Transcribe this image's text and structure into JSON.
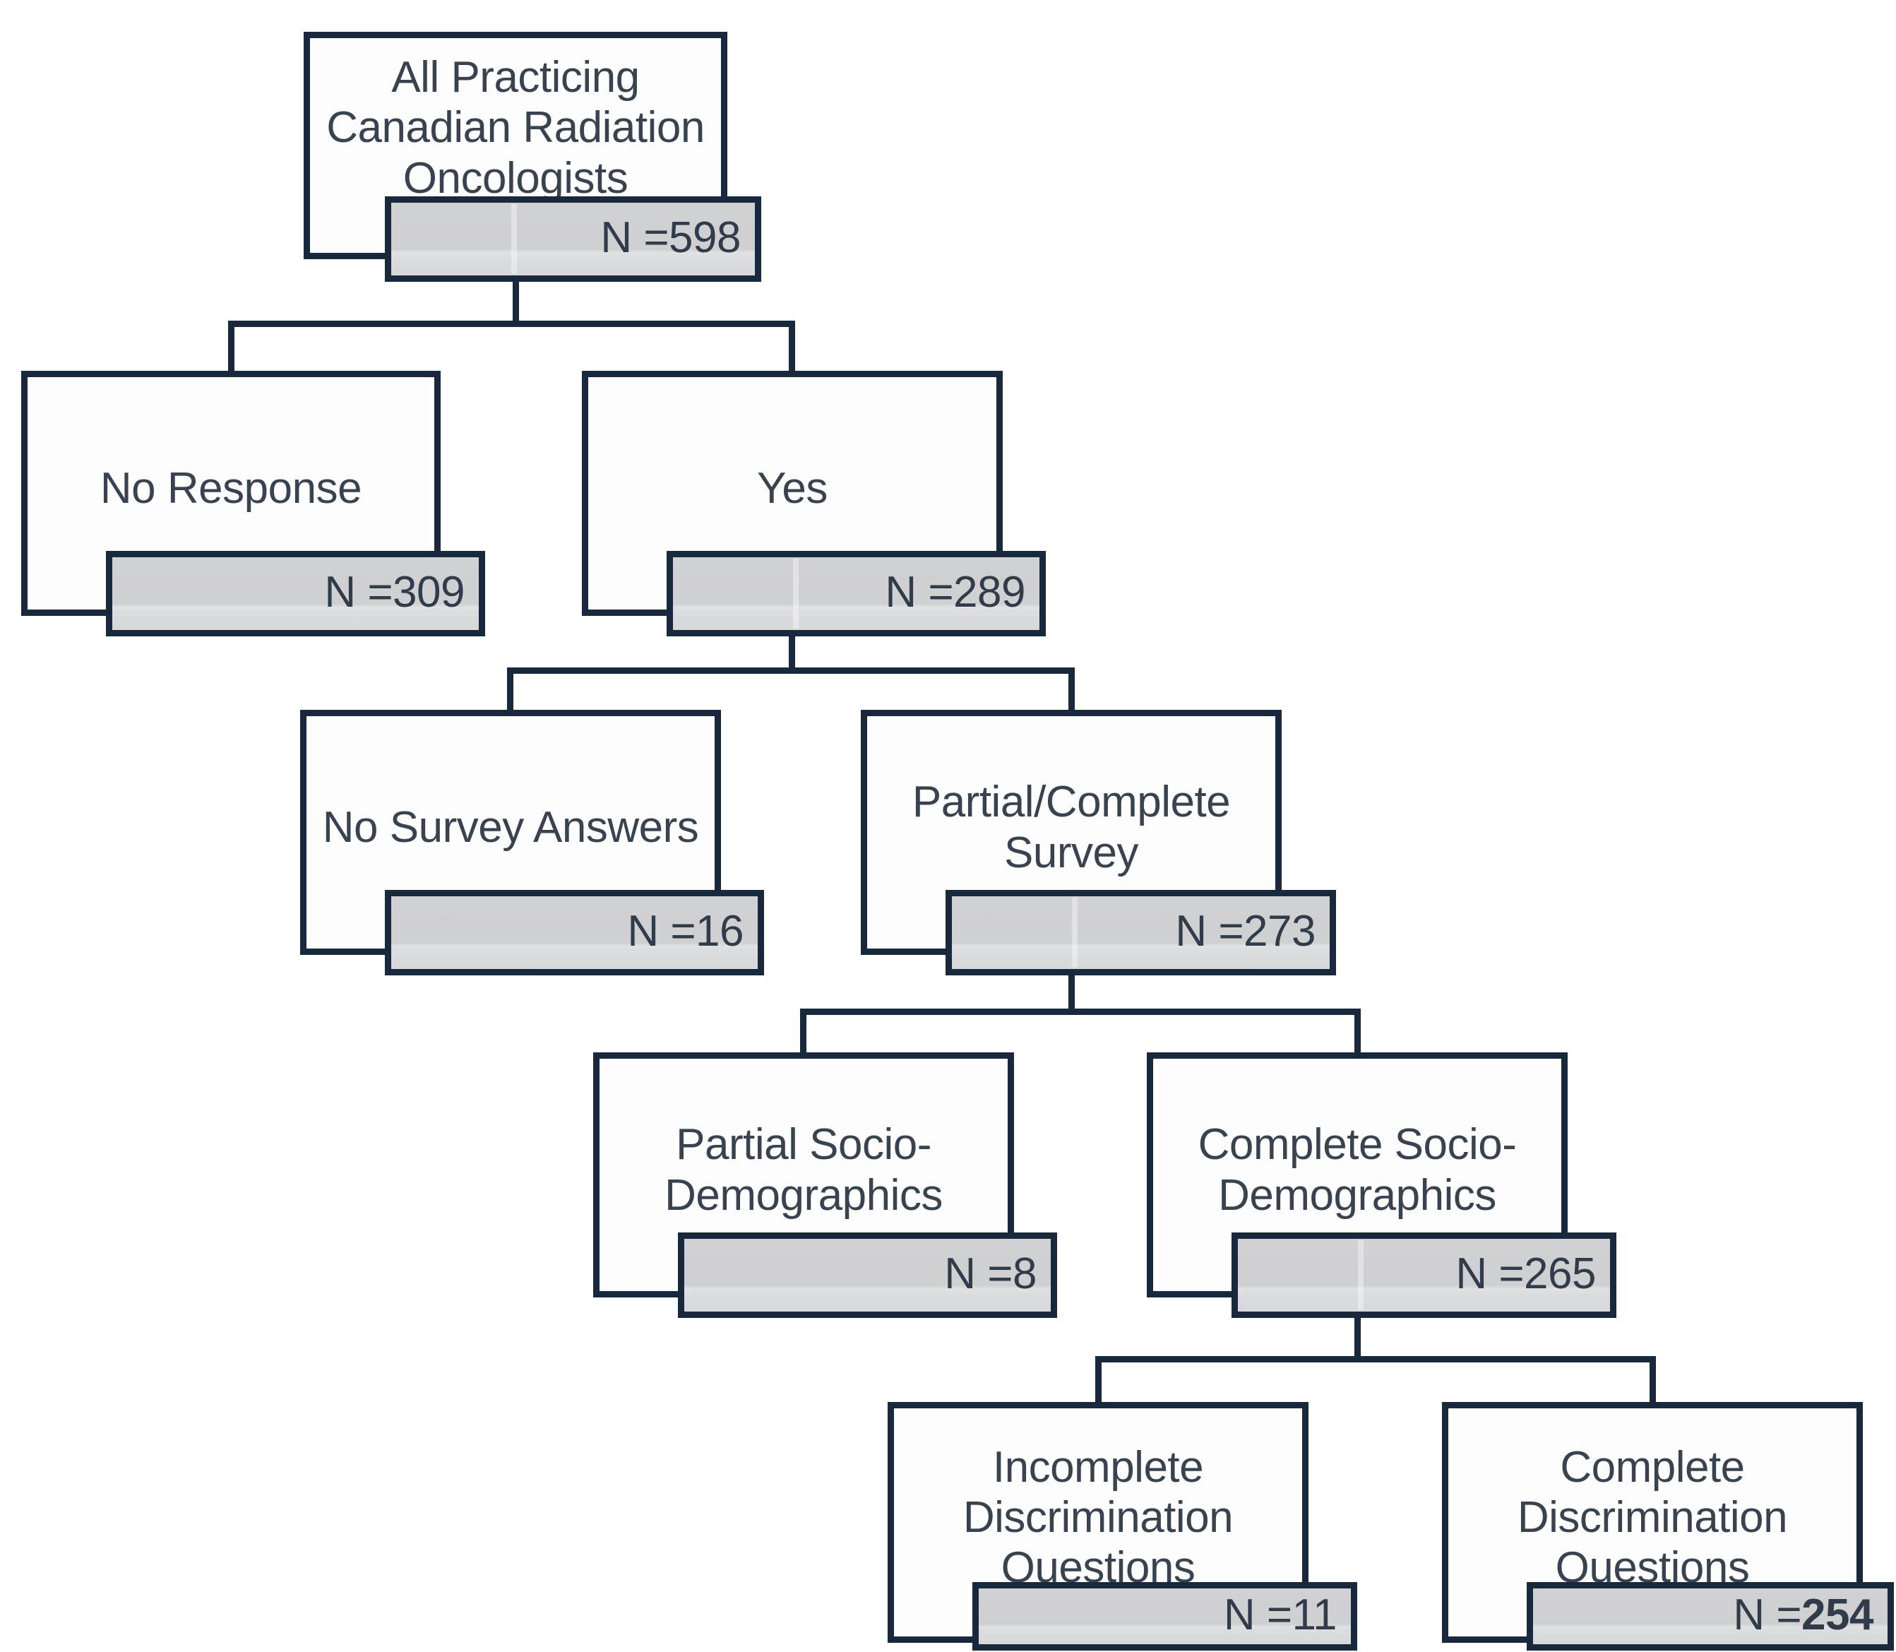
{
  "colors": {
    "line": "#18293e",
    "box_fill": "#fdfdfe",
    "badge_fill": "#d1d2d4",
    "label_text": "#39434f",
    "badge_text": "#303c4a",
    "background": "#ffffff"
  },
  "nodes": {
    "root": {
      "lines": [
        "All Practicing",
        "Canadian Radiation",
        "Oncologists"
      ],
      "count_prefix": "N = ",
      "count": "598"
    },
    "no_response": {
      "lines": [
        "No Response"
      ],
      "count_prefix": "N = ",
      "count": "309"
    },
    "yes": {
      "lines": [
        "Yes"
      ],
      "count_prefix": "N = ",
      "count": "289"
    },
    "no_survey_answers": {
      "lines": [
        "No Survey Answers"
      ],
      "count_prefix": "N = ",
      "count": "16"
    },
    "partial_complete_survey": {
      "lines": [
        "Partial/Complete",
        "Survey"
      ],
      "count_prefix": "N = ",
      "count": "273"
    },
    "partial_socio_demographics": {
      "lines": [
        "Partial Socio-",
        "Demographics"
      ],
      "count_prefix": "N = ",
      "count": "8"
    },
    "complete_socio_demographics": {
      "lines": [
        "Complete Socio-",
        "Demographics"
      ],
      "count_prefix": "N = ",
      "count": "265"
    },
    "incomplete_discrimination_questions": {
      "lines": [
        "Incomplete",
        "Discrimination",
        "Questions"
      ],
      "count_prefix": "N = ",
      "count": "11"
    },
    "complete_discrimination_questions": {
      "lines": [
        "Complete",
        "Discrimination",
        "Questions"
      ],
      "count_prefix": "N = ",
      "count": "254"
    }
  },
  "edges": [
    {
      "from": "root",
      "to": "no_response"
    },
    {
      "from": "root",
      "to": "yes"
    },
    {
      "from": "yes",
      "to": "no_survey_answers"
    },
    {
      "from": "yes",
      "to": "partial_complete_survey"
    },
    {
      "from": "partial_complete_survey",
      "to": "partial_socio_demographics"
    },
    {
      "from": "partial_complete_survey",
      "to": "complete_socio_demographics"
    },
    {
      "from": "complete_socio_demographics",
      "to": "incomplete_discrimination_questions"
    },
    {
      "from": "complete_socio_demographics",
      "to": "complete_discrimination_questions"
    }
  ]
}
